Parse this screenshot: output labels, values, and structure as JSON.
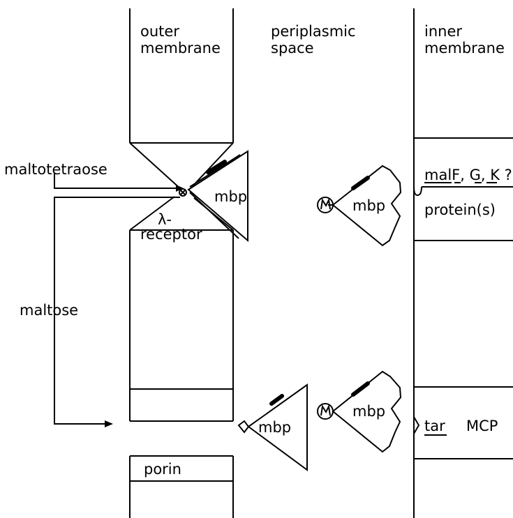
{
  "labels": {
    "outer_membrane": [
      "outer",
      "membrane"
    ],
    "periplasmic_space": [
      "periplasmic",
      "space"
    ],
    "inner_membrane": [
      "inner",
      "membrane"
    ],
    "maltotetraose": "maltotetraose",
    "maltose": "maltose",
    "lambda_receptor": [
      "λ-",
      "receptor"
    ],
    "porin": "porin",
    "mbp": "mbp",
    "mal_proteins": "malF, G, K ?",
    "proteins": "protein(s)",
    "tar": "tar",
    "mcp": "MCP",
    "m_symbol": "M"
  }
}
